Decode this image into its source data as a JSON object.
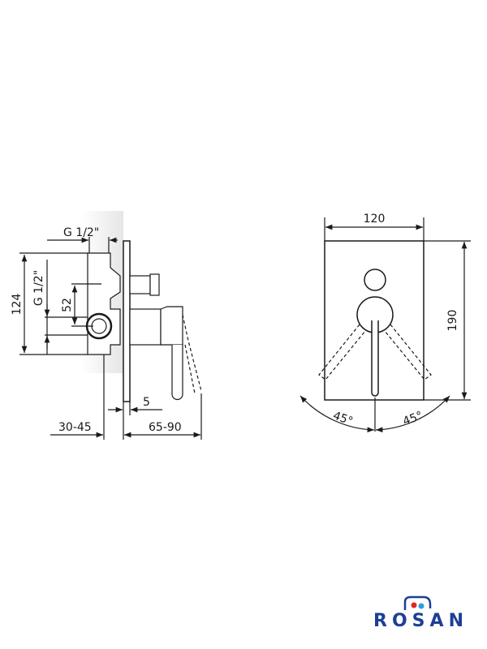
{
  "side_view": {
    "thread_top": "G 1/2\"",
    "thread_side": "G 1/2\"",
    "height_total": "124",
    "outlet_spacing": "52",
    "plate_thickness": "5",
    "wall_depth": "30-45",
    "projection": "65-90"
  },
  "front_view": {
    "width": "120",
    "height": "190",
    "angle_left": "45°",
    "angle_right": "45°"
  },
  "logo": {
    "text": "ROSAN",
    "colors": {
      "text": "#1d3f94",
      "hot": "#e0262b",
      "cold": "#2a9fd8"
    }
  }
}
